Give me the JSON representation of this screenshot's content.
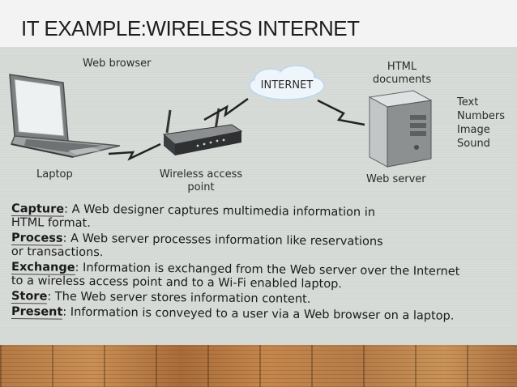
{
  "slide": {
    "title": "IT EXAMPLE:WIRELESS INTERNET"
  },
  "diagram": {
    "web_browser_label": "Web browser",
    "internet_label": "INTERNET",
    "html_documents_label": "HTML documents",
    "content_types": [
      "Text",
      "Numbers",
      "Image",
      "Sound"
    ],
    "laptop_label": "Laptop",
    "access_point_label": "Wireless access point",
    "web_server_label": "Web server"
  },
  "steps": [
    {
      "term": "Capture",
      "line1": ": A Web designer captures multimedia information in",
      "line2": "HTML format."
    },
    {
      "term": "Process",
      "line1": ": A Web server processes information like reservations",
      "line2": "or transactions."
    },
    {
      "term": "Exchange",
      "line1": ": Information is exchanged from the Web server over the Internet",
      "line2": "to a wireless access point and to a Wi-Fi enabled laptop."
    },
    {
      "term": "Store",
      "line1": ": The Web server stores information content.",
      "line2": ""
    },
    {
      "term": "Present",
      "line1": ": Information is conveyed to a user via a Web browser on a laptop.",
      "line2": ""
    }
  ]
}
